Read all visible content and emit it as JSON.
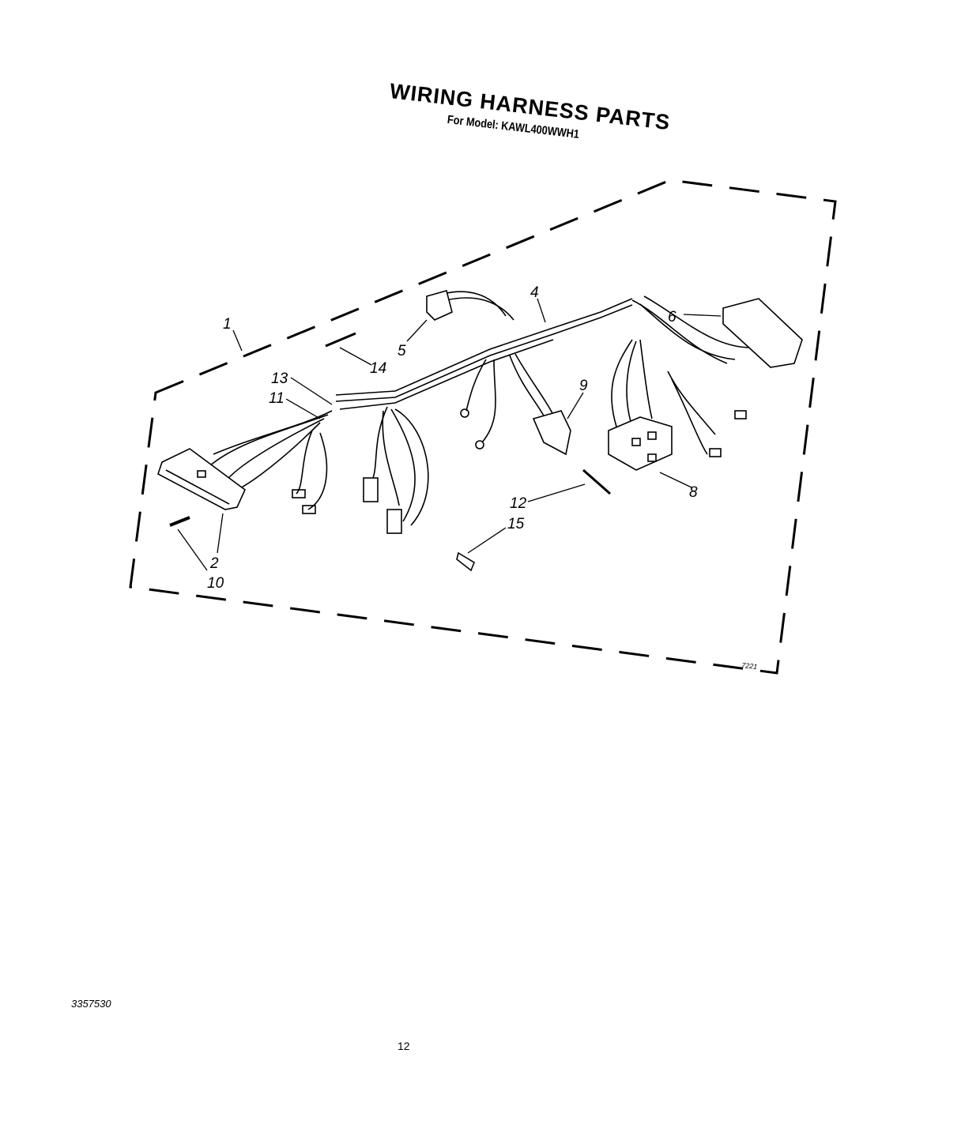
{
  "header": {
    "title": "WIRING HARNESS PARTS",
    "subtitle": "For Model: KAWL400WWH1"
  },
  "diagram": {
    "callouts": [
      {
        "id": "1"
      },
      {
        "id": "2"
      },
      {
        "id": "4"
      },
      {
        "id": "5"
      },
      {
        "id": "6"
      },
      {
        "id": "8"
      },
      {
        "id": "9"
      },
      {
        "id": "10"
      },
      {
        "id": "11"
      },
      {
        "id": "12"
      },
      {
        "id": "13"
      },
      {
        "id": "14"
      },
      {
        "id": "15"
      }
    ],
    "figure_code": "7221"
  },
  "footer": {
    "doc_number": "3357530",
    "page_number": "12"
  }
}
